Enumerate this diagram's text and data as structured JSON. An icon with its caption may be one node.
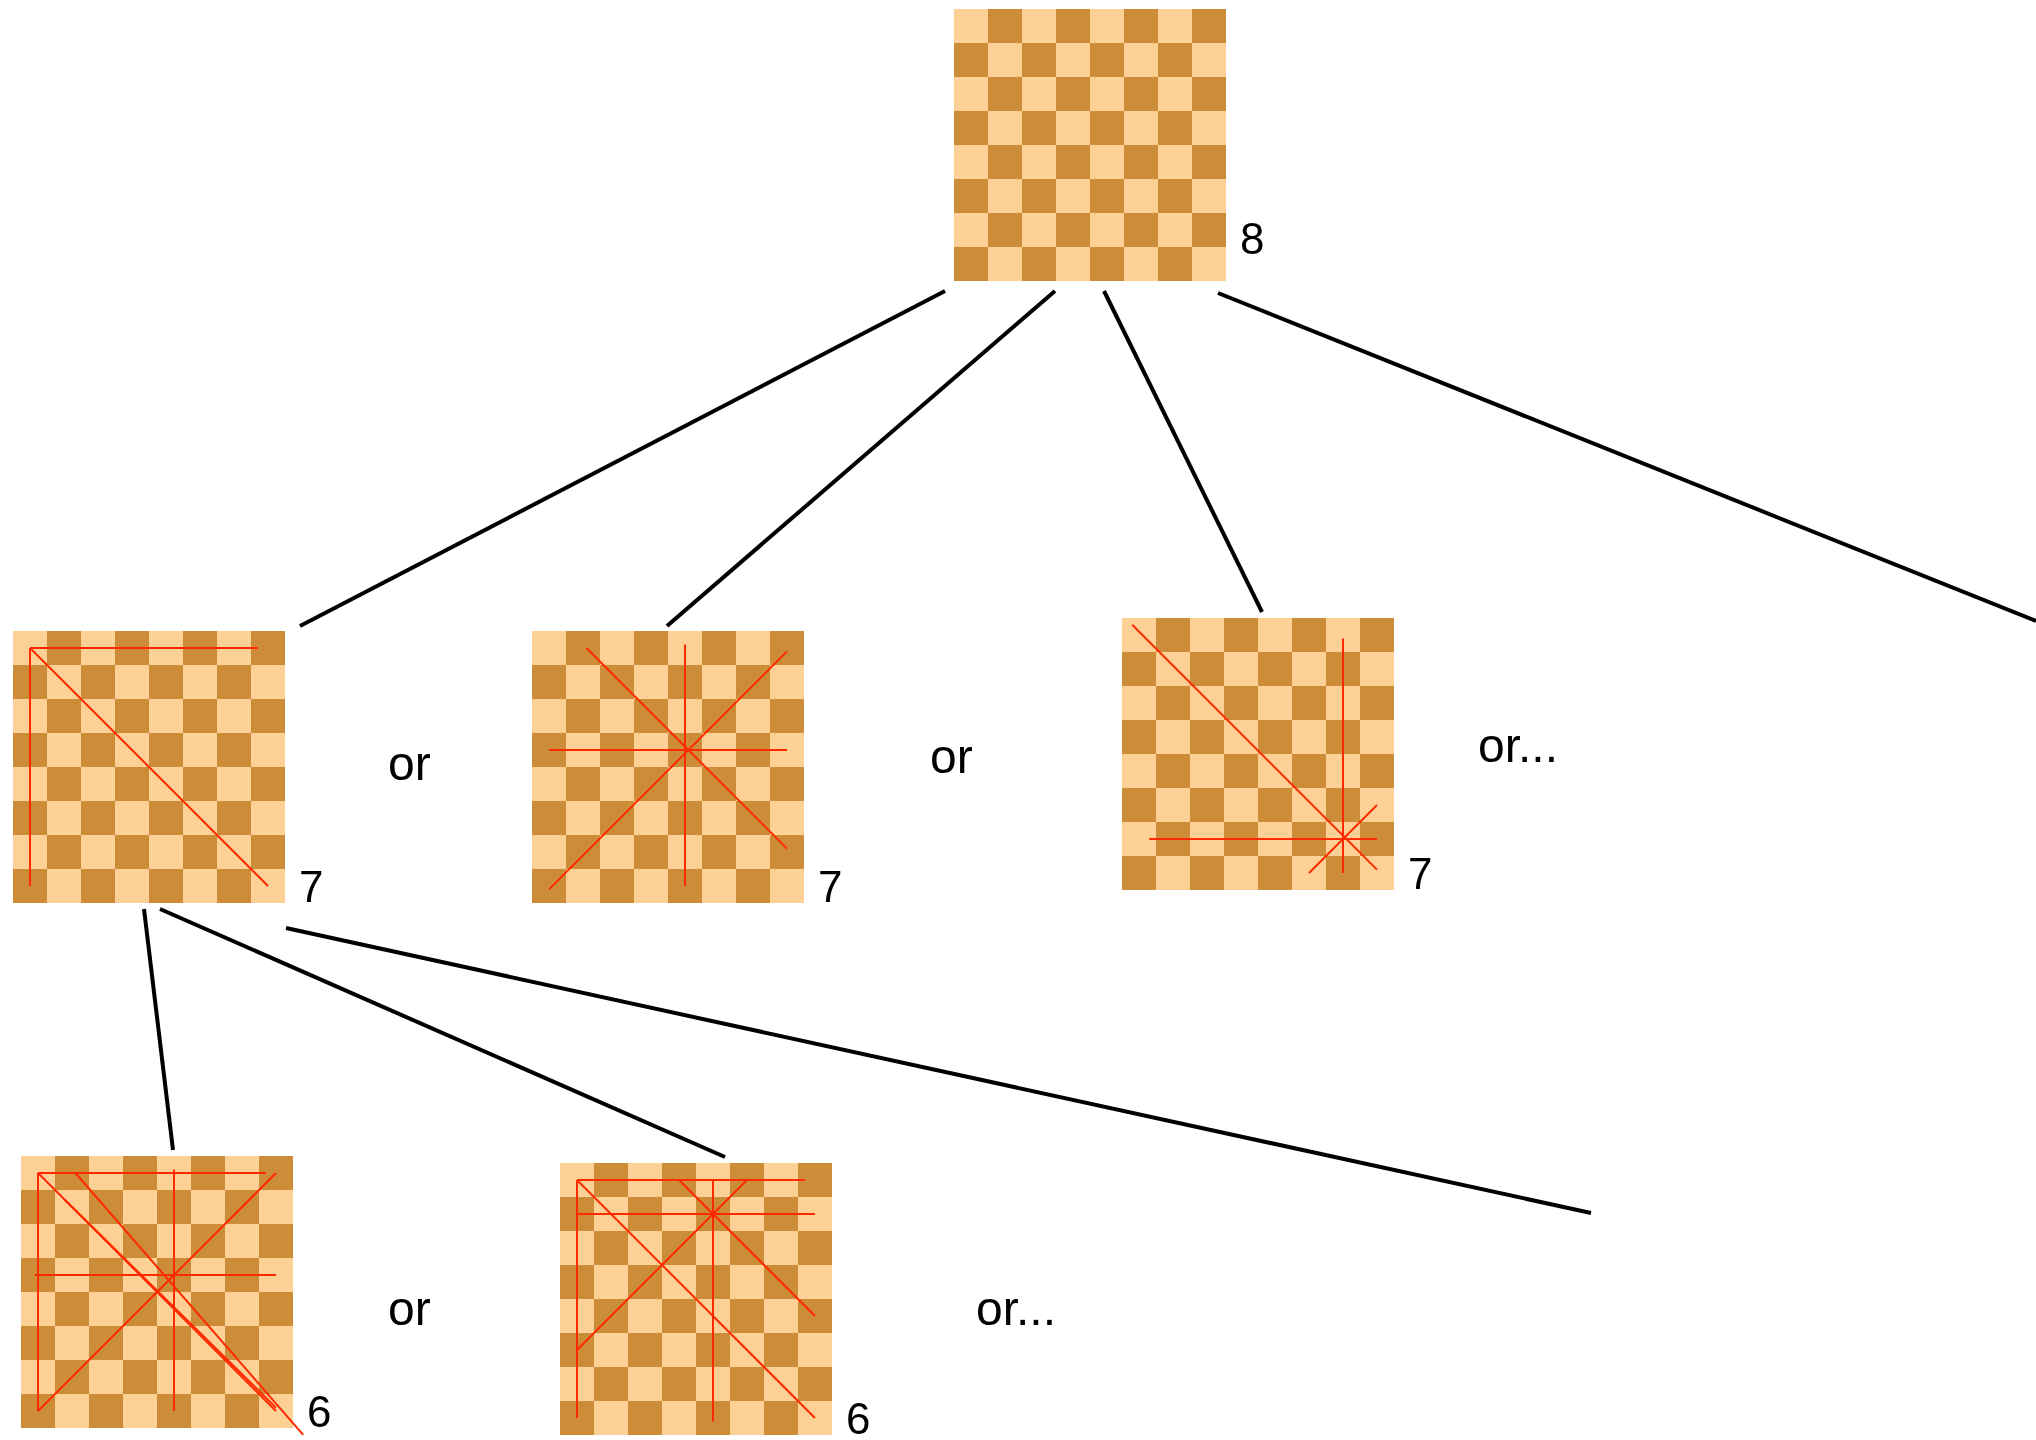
{
  "diagram": {
    "nodes": [
      {
        "text": [],
        "shape": "picture",
        "beside": [
          "8"
        ]
      },
      {
        "text": [],
        "shape": "picture",
        "beside": [
          "7"
        ]
      },
      {
        "text": [],
        "shape": "picture",
        "beside": [
          "7"
        ]
      },
      {
        "text": [],
        "shape": "picture",
        "beside": [
          "7"
        ]
      },
      {
        "text": [],
        "shape": "picture",
        "beside": [
          "6"
        ]
      },
      {
        "text": [],
        "shape": "picture",
        "beside": [
          "6"
        ]
      }
    ],
    "edges": [
      {
        "from": 0,
        "to": 1,
        "arrow": "none"
      },
      {
        "from": 0,
        "to": 2,
        "arrow": "none"
      },
      {
        "from": 0,
        "to": 3,
        "arrow": "none"
      },
      {
        "from": 0,
        "to": null,
        "arrow": "none"
      },
      {
        "from": 1,
        "to": 4,
        "arrow": "none"
      },
      {
        "from": 1,
        "to": 5,
        "arrow": "none"
      },
      {
        "from": 1,
        "to": null,
        "arrow": "none"
      }
    ],
    "labels": [
      "or",
      "or",
      "or...",
      "or",
      "or..."
    ]
  }
}
